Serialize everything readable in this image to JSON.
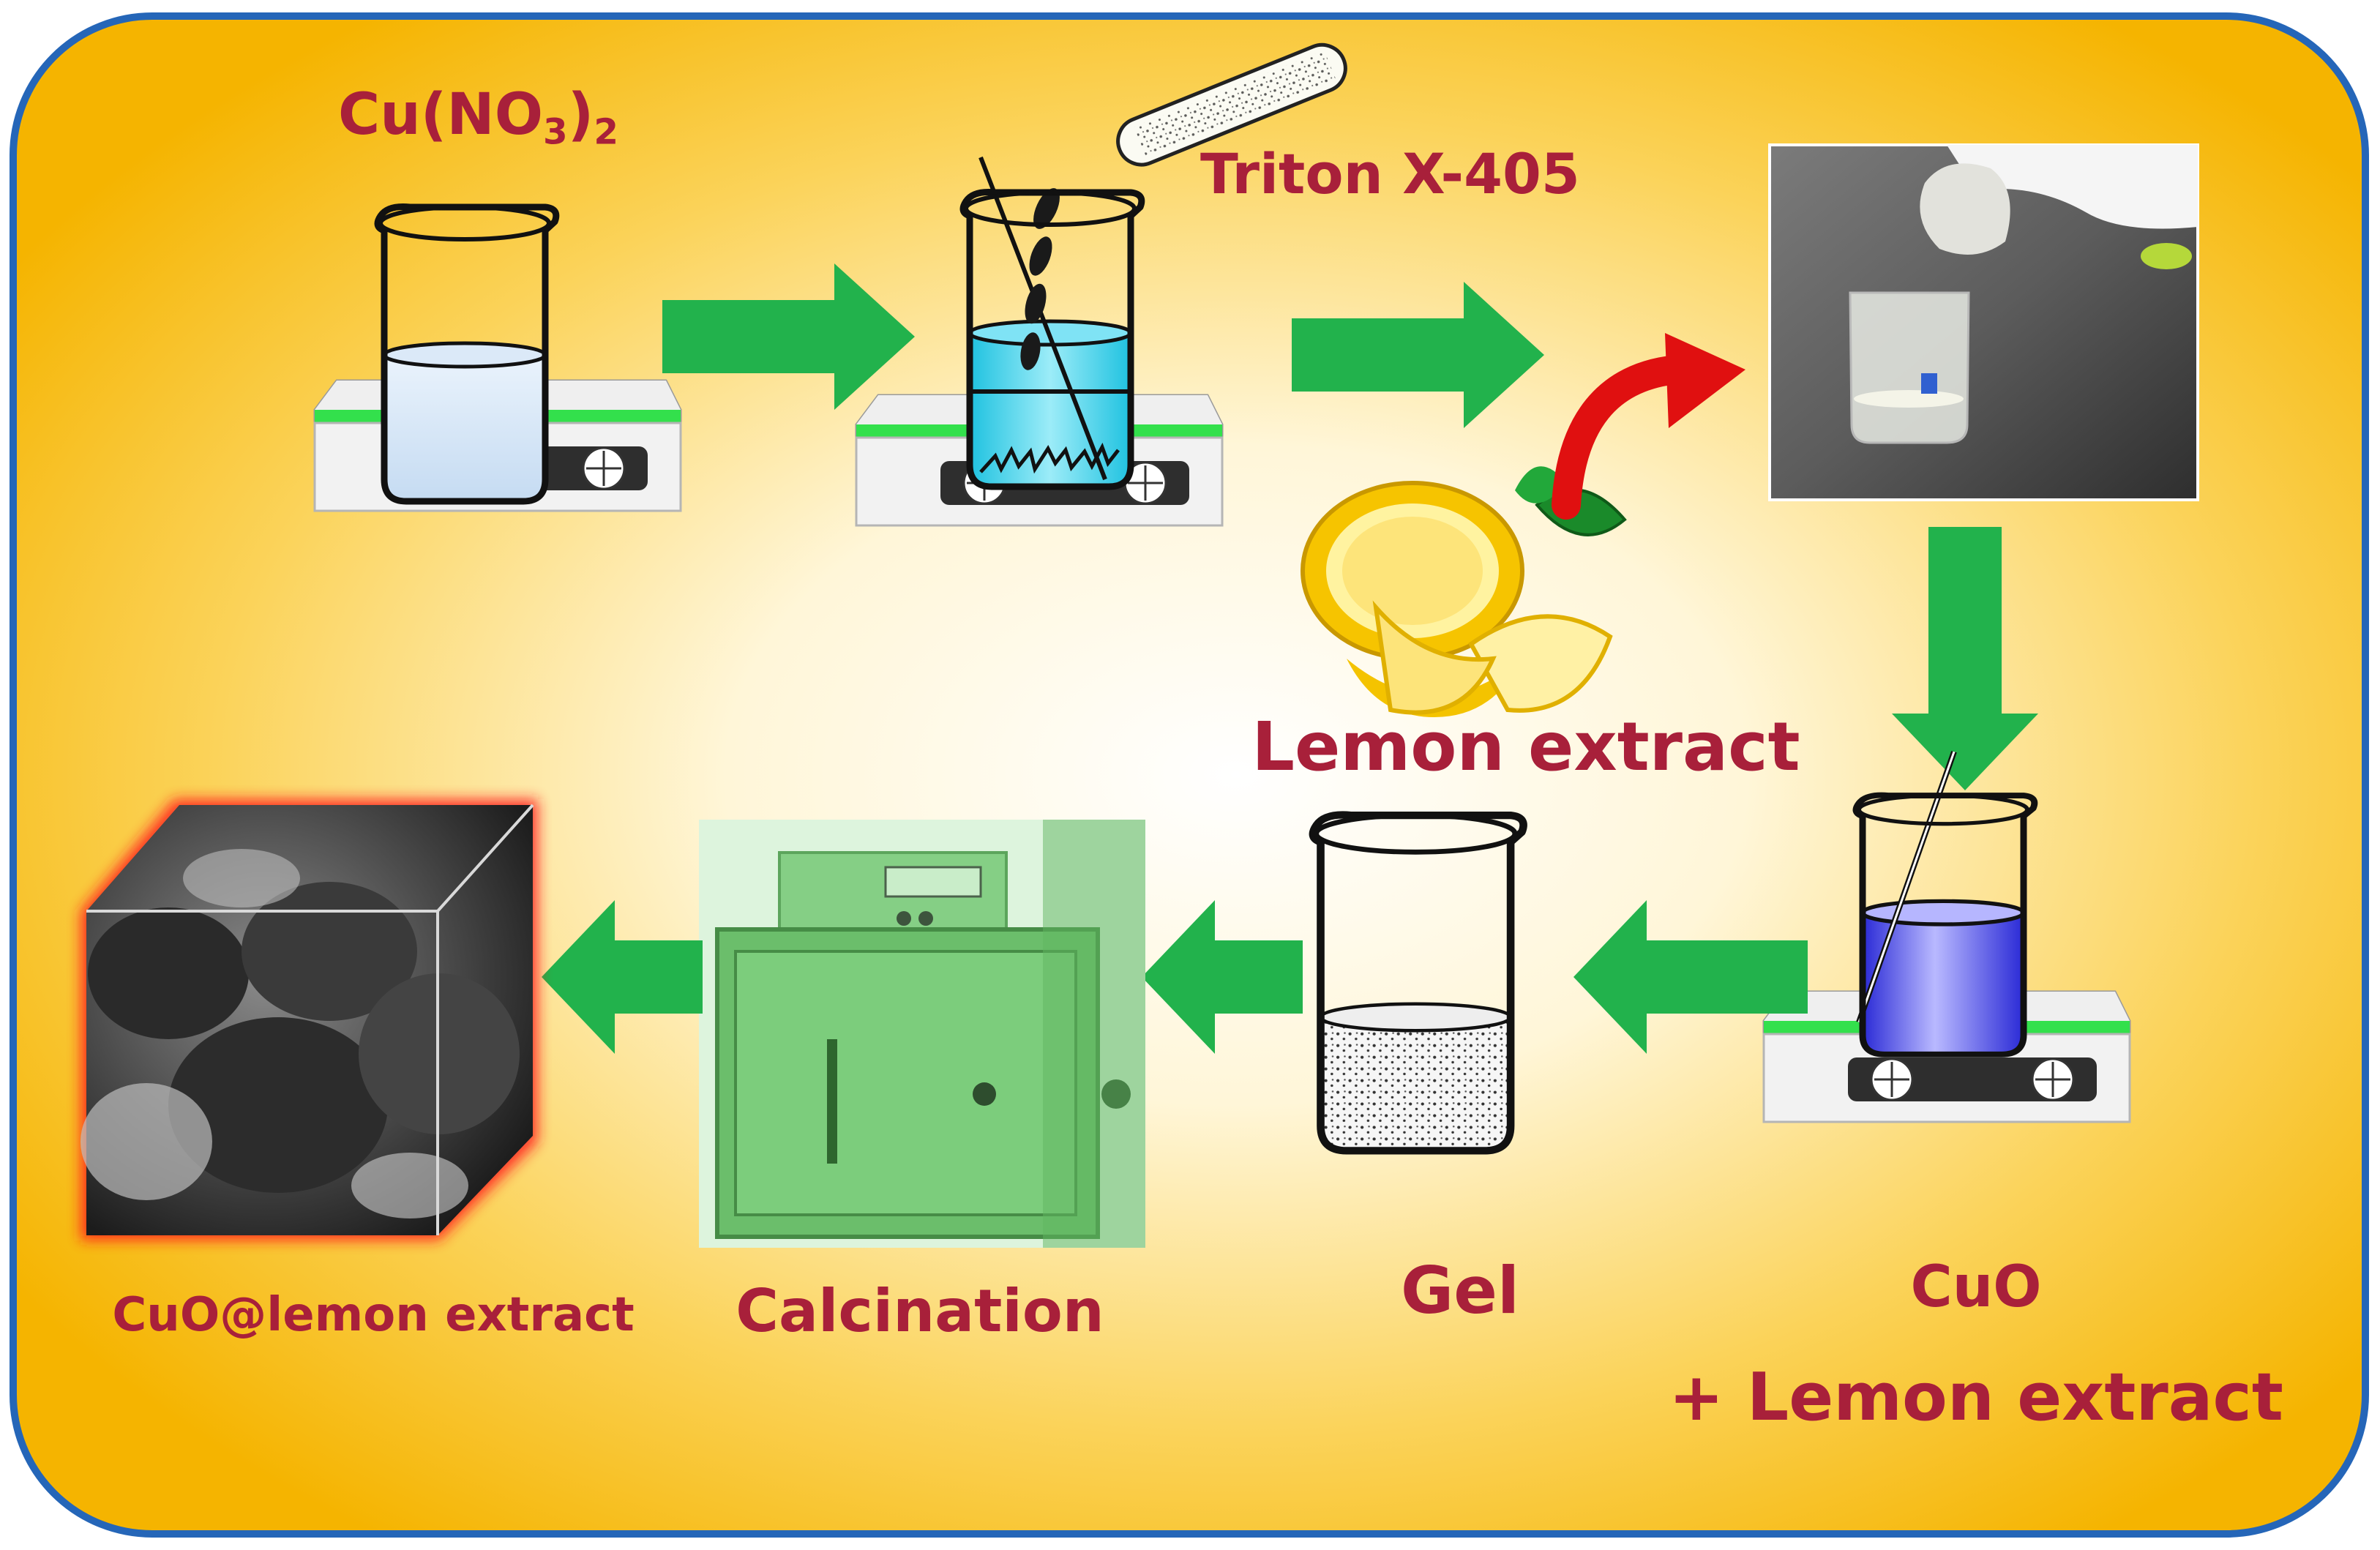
{
  "labels": {
    "cu_no3_prefix": "Cu(NO",
    "cu_no3_sub1": "3",
    "cu_no3_mid": ")",
    "cu_no3_sub2": "2",
    "triton": "Triton X-405",
    "lemon_extract": "Lemon extract",
    "cuo": "CuO",
    "cuo_plus": "+ Lemon extract",
    "gel": "Gel",
    "calcination": "Calcination",
    "product": "CuO@lemon extract"
  },
  "colors": {
    "label": "#a8203a",
    "arrow": "#22b24c",
    "curved_arrow": "#e01010",
    "frame_border": "#2566b8",
    "background_center": "#ffffff",
    "background_edge": "#f5b400"
  },
  "icons": {
    "beaker": "beaker-icon",
    "stirrer": "magnetic-stirrer-icon",
    "test_tube": "test-tube-icon",
    "lemon": "lemon-icon",
    "photo": "lab-photo",
    "furnace": "furnace-icon",
    "product": "tem-cube-icon"
  }
}
